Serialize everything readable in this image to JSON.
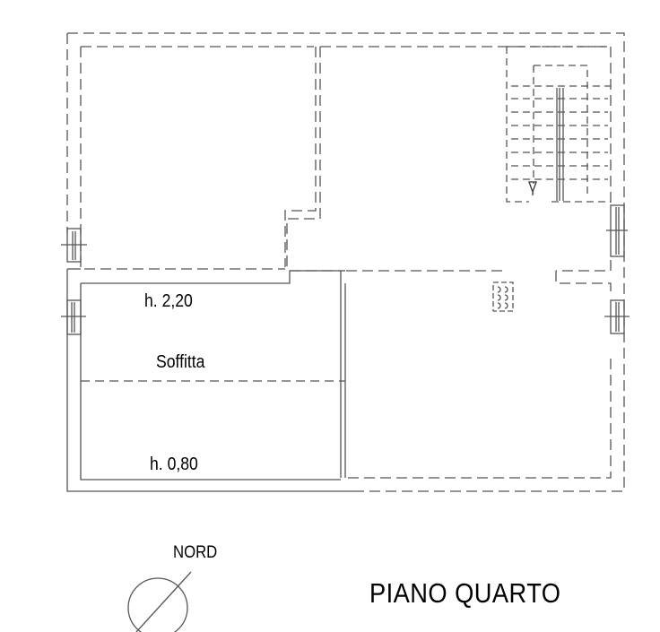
{
  "drawing": {
    "title": "PIANO QUARTO",
    "north_label": "NORD",
    "rooms": [
      {
        "name": "Soffitta",
        "height_high": "h. 2,20",
        "height_low": "h. 0,80"
      }
    ],
    "colors": {
      "line": "#555555",
      "text": "#000000",
      "background": "#ffffff"
    }
  }
}
